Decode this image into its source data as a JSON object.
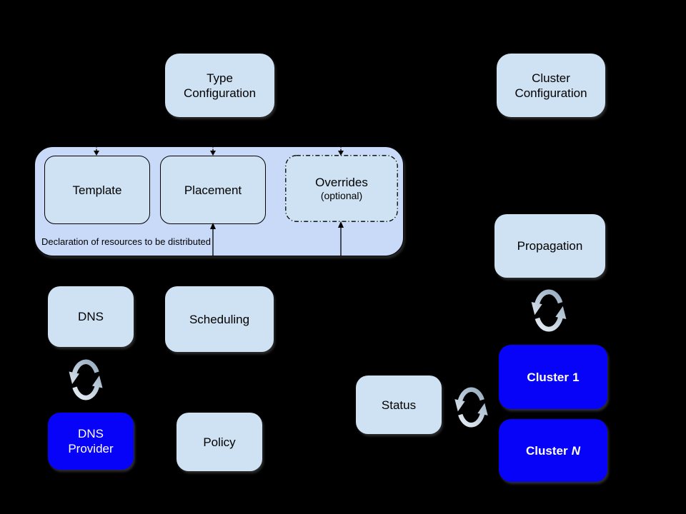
{
  "nodes": {
    "type_configuration": {
      "line1": "Type",
      "line2": "Configuration"
    },
    "cluster_configuration": {
      "line1": "Cluster",
      "line2": "Configuration"
    },
    "template": {
      "label": "Template"
    },
    "placement": {
      "label": "Placement"
    },
    "overrides": {
      "label": "Overrides",
      "sublabel": "(optional)"
    },
    "resource_group": {
      "caption": "Declaration of resources to be distributed"
    },
    "dns": {
      "label": "DNS"
    },
    "scheduling": {
      "label": "Scheduling"
    },
    "dns_provider": {
      "line1": "DNS",
      "line2": "Provider"
    },
    "policy": {
      "label": "Policy"
    },
    "propagation": {
      "label": "Propagation"
    },
    "status": {
      "label": "Status"
    },
    "cluster_1": {
      "prefix": "Cluster",
      "suffix": "1"
    },
    "cluster_n": {
      "prefix": "Cluster",
      "suffix": "N"
    }
  },
  "icons": {
    "sync": "sync-icon (two circular arrows)"
  },
  "colors": {
    "background": "#000000",
    "light_box_fill": "#cfe2f3",
    "group_fill": "#c9daf8",
    "accent_blue_fill": "#0703f8",
    "text_dark": "#000000",
    "text_light": "#ffffff",
    "sync_icon_dark": "#8fa6bb",
    "sync_icon_light": "#eef4fa",
    "connector": "#000000"
  }
}
